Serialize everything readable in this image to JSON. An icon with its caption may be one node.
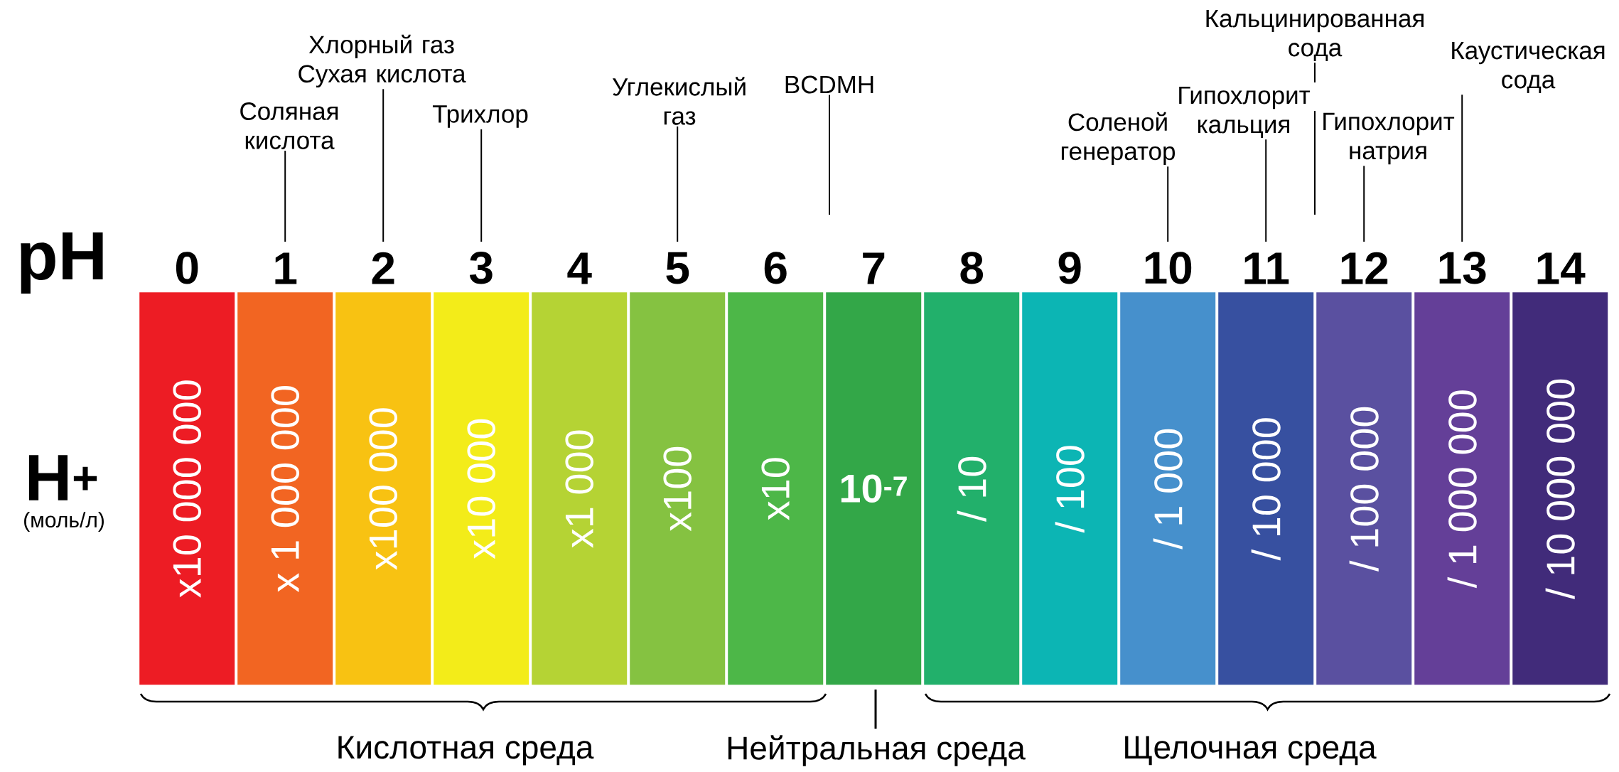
{
  "diagram": {
    "nodes": [
      {
        "text": [
          "0",
          "x10 000 000"
        ]
      },
      {
        "text": [
          "1",
          "x 1 000 000"
        ]
      },
      {
        "text": [
          "2",
          "x100 000"
        ]
      },
      {
        "text": [
          "3",
          "x10 000"
        ]
      },
      {
        "text": [
          "4",
          "x1 000"
        ]
      },
      {
        "text": [
          "5",
          "x100"
        ]
      },
      {
        "text": [
          "6",
          "x10"
        ]
      },
      {
        "text": [
          "7",
          "10$^{-7}$"
        ]
      },
      {
        "text": [
          "8",
          "/ 10"
        ]
      },
      {
        "text": [
          "9",
          "/ 100"
        ]
      },
      {
        "text": [
          "10",
          "/ 1 000"
        ]
      },
      {
        "text": [
          "11",
          "/ 10 000"
        ]
      },
      {
        "text": [
          "12",
          "/ 100 000"
        ]
      },
      {
        "text": [
          "13",
          "/ 1 000 000"
        ]
      },
      {
        "text": [
          "14",
          "/ 10 000 000"
        ]
      },
      {
        "text": [
          "Соляная кислота"
        ]
      },
      {
        "text": [
          "Хлорный газ Сухая кислота"
        ]
      },
      {
        "text": [
          "Трихлор"
        ]
      },
      {
        "text": [
          "Углекислый газ"
        ]
      },
      {
        "text": [
          "BCDMH"
        ]
      },
      {
        "text": [
          "Соленой генератор"
        ]
      },
      {
        "text": [
          "Гипохлорит кальция"
        ]
      },
      {
        "text": [
          "Кальцинированная сода"
        ]
      },
      {
        "text": [
          "Гипохлорит натрия"
        ]
      },
      {
        "text": [
          "Каустическая сода"
        ]
      }
    ],
    "edges": [
      {
        "from": 15,
        "to": 1,
        "arrow": "none"
      },
      {
        "from": 16,
        "to": 2,
        "arrow": "none"
      },
      {
        "from": 17,
        "to": 3,
        "arrow": "none"
      },
      {
        "from": 18,
        "to": 5,
        "arrow": "none"
      },
      {
        "from": 19,
        "to": null,
        "arrow": "none"
      },
      {
        "from": 20,
        "to": 10,
        "arrow": "none"
      },
      {
        "from": 21,
        "to": 11,
        "arrow": "none"
      },
      {
        "from": 22,
        "to": null,
        "arrow": "none"
      },
      {
        "from": 23,
        "to": 12,
        "arrow": "none"
      },
      {
        "from": 24,
        "to": 13,
        "arrow": "none"
      }
    ],
    "labels": [
      "pH",
      "H$^{+}$",
      "(моль/л)",
      "Кислотная среда",
      "Нейтральная среда",
      "Щелочная среда"
    ]
  }
}
